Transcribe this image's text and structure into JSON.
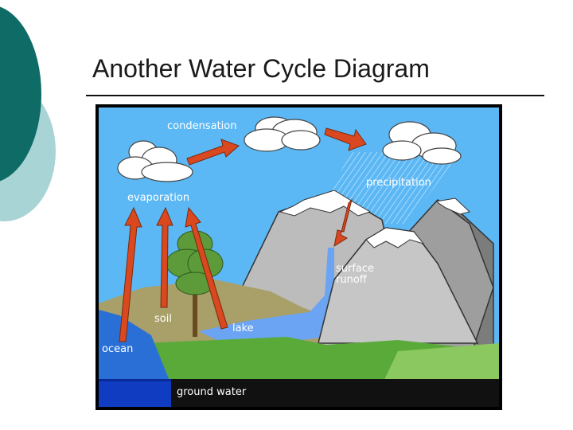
{
  "slide": {
    "title": "Another Water Cycle Diagram"
  },
  "colors": {
    "accent_dark": "#0e6b66",
    "accent_light": "#a9d4d6",
    "sky": "#5bb8f5",
    "arrow": "#d9481e",
    "ocean": "#2a6fd6",
    "lake": "#6aa4f2",
    "ground_water": "#0a2a9a",
    "grass": "#5aaa3a",
    "soil": "#a8a068",
    "mountain": "#c6c6c6"
  },
  "diagram": {
    "labels": {
      "condensation": "condensation",
      "precipitation": "precipitation",
      "evaporation": "evaporation",
      "surface_runoff_line1": "surface",
      "surface_runoff_line2": "runoff",
      "soil": "soil",
      "lake": "lake",
      "ocean": "ocean",
      "ground_water": "ground water"
    }
  }
}
